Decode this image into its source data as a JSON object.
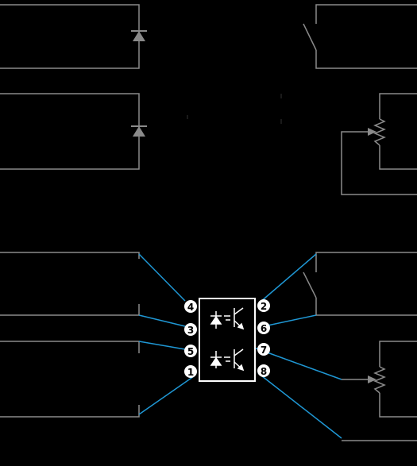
{
  "diagram": {
    "type": "schematic",
    "colors": {
      "background": "#000000",
      "wire": "#8a8a8a",
      "connector": "#1f97d4",
      "chip_outline": "#ffffff",
      "pin_fill": "#ffffff",
      "pin_text": "#000000",
      "component": "#8a8a8a",
      "chip_symbol": "#ffffff"
    },
    "chip": {
      "name": "dual-optocoupler",
      "pins": {
        "p4": "4",
        "p3": "3",
        "p5": "5",
        "p1": "1",
        "p2": "2",
        "p6": "6",
        "p7": "7",
        "p8": "8"
      }
    },
    "components": [
      "diode-1",
      "diode-2",
      "switch-1",
      "potentiometer-1",
      "switch-2",
      "potentiometer-2"
    ]
  }
}
